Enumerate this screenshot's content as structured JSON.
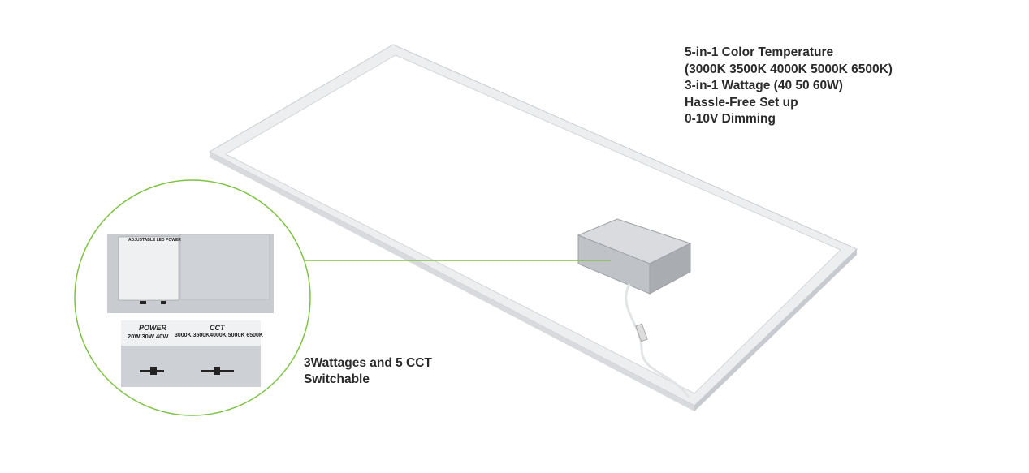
{
  "features": [
    "5-in-1 Color Temperature",
    "(3000K 3500K 4000K 5000K 6500K)",
    "3-in-1 Wattage (40 50 60W)",
    "Hassle-Free Set up",
    "0-10V Dimming"
  ],
  "caption": [
    "3Wattages and 5 CCT",
    "Switchable"
  ],
  "inset": {
    "driver_label": "ADJUSTABLE LED POWER",
    "power_label": "POWER",
    "power_values": "20W  30W  40W",
    "cct_label": "CCT",
    "cct_values": "3000K 3500K4000K 5000K 6500K"
  },
  "colors": {
    "accent_green": "#7dc243",
    "frame": "#e9eaec"
  }
}
